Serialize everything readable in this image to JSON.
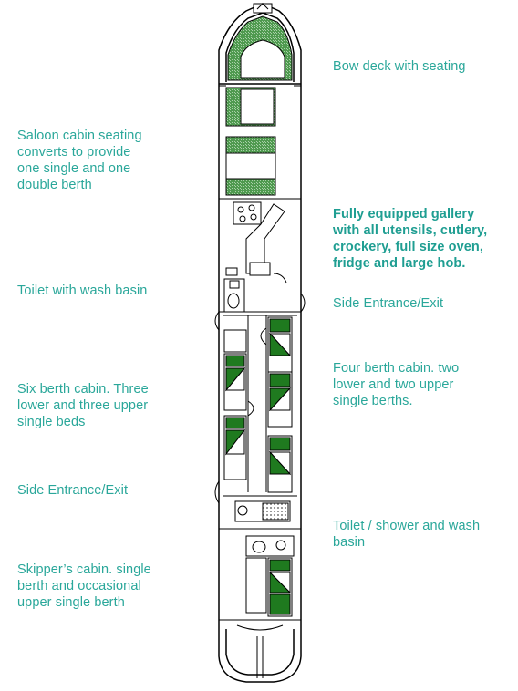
{
  "labels": {
    "bow_deck": "Bow deck with seating",
    "saloon": "Saloon cabin seating\nconverts to provide\none single and one\ndouble berth",
    "galley": "Fully equipped gallery\nwith all utensils, cutlery,\ncrockery, full size oven,\nfridge and large hob.",
    "toilet_basin": "Toilet with wash basin",
    "side_entrance_right": "Side Entrance/Exit",
    "four_berth": "Four berth cabin. two\nlower and two upper\nsingle berths.",
    "six_berth": "Six berth cabin. Three\nlower and three upper\nsingle beds",
    "side_entrance_left": "Side Entrance/Exit",
    "toilet_shower": "Toilet / shower and wash\nbasin",
    "skipper": "Skipper’s cabin. single\nberth and occasional\nupper single berth"
  },
  "bunk_marks": [
    "X2",
    "X2",
    "X2",
    "X2",
    "X2"
  ],
  "colors": {
    "text": "#2aa79a",
    "bed_green": "#1f7a1f",
    "seat_green": "#5c9c5c",
    "outline": "#000000"
  }
}
